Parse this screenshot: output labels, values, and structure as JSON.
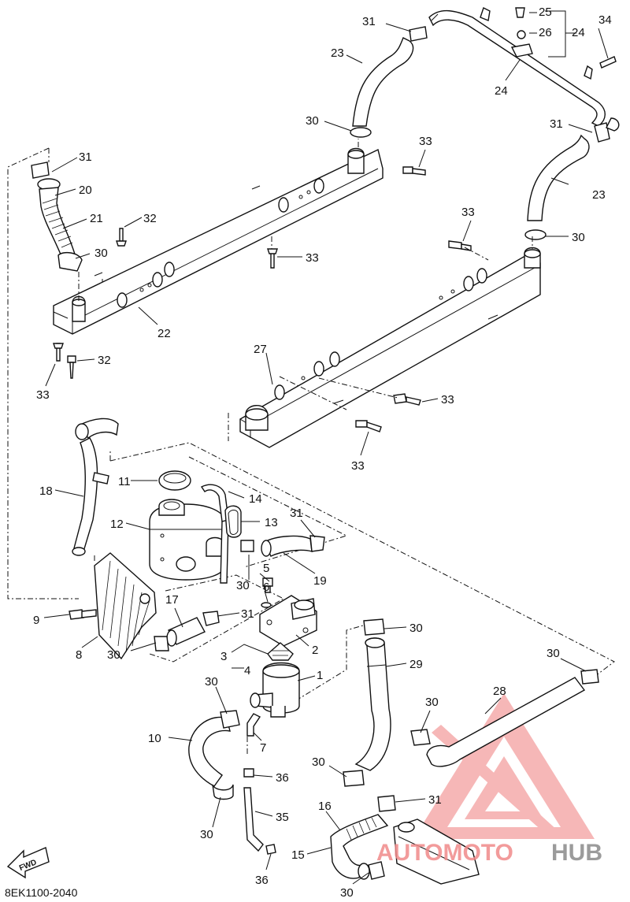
{
  "diagram": {
    "code": "8EK1100-2040",
    "fwd_label": "FWD",
    "callouts": [
      "1",
      "2",
      "3",
      "4",
      "5",
      "6",
      "7",
      "8",
      "9",
      "10",
      "11",
      "12",
      "13",
      "14",
      "15",
      "16",
      "17",
      "18",
      "19",
      "20",
      "21",
      "22",
      "23",
      "24",
      "25",
      "26",
      "27",
      "28",
      "29",
      "30",
      "31",
      "32",
      "33",
      "34",
      "35",
      "36"
    ]
  },
  "watermark": {
    "part1": "AUTOMOTO",
    "part2": "HUB",
    "color_accent": "#f08a8a",
    "color_dark": "#8a8a8a"
  }
}
